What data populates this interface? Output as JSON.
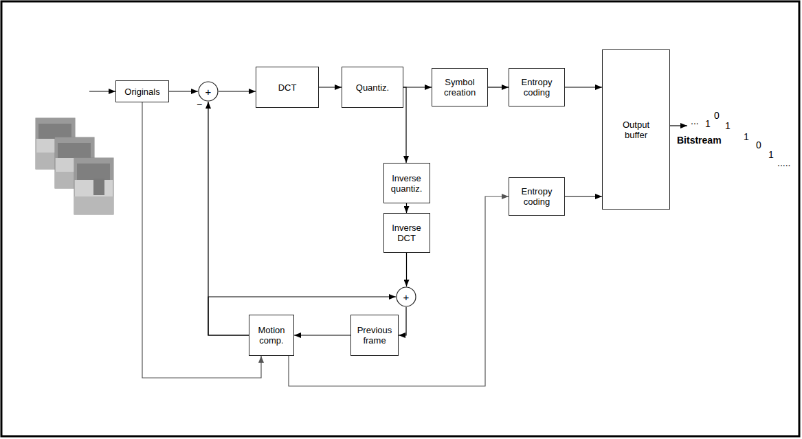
{
  "diagram": {
    "nodes": [
      {
        "text": [
          "Originals"
        ]
      },
      {
        "text": [
          "+"
        ]
      },
      {
        "text": [
          "DCT"
        ]
      },
      {
        "text": [
          "Quantiz."
        ]
      },
      {
        "text": [
          "Symbol creation"
        ]
      },
      {
        "text": [
          "Entropy coding"
        ]
      },
      {
        "text": [
          "Output buffer"
        ]
      },
      {
        "text": [
          "Inverse quantiz."
        ]
      },
      {
        "text": [
          "Inverse DCT"
        ]
      },
      {
        "text": [
          "+"
        ]
      },
      {
        "text": [
          "Previous frame"
        ]
      },
      {
        "text": [
          "Motion comp."
        ]
      },
      {
        "text": [
          "Entropy coding"
        ]
      }
    ],
    "edges": [
      {
        "from": 0,
        "to": 1,
        "arrow": "to"
      },
      {
        "from": 1,
        "to": 2,
        "arrow": "to"
      },
      {
        "from": 2,
        "to": 3,
        "arrow": "to"
      },
      {
        "from": 3,
        "to": 4,
        "arrow": "to"
      },
      {
        "from": 4,
        "to": 5,
        "arrow": "to"
      },
      {
        "from": 5,
        "to": 6,
        "arrow": "to"
      },
      {
        "from": 3,
        "to": 7,
        "arrow": "to"
      },
      {
        "from": 7,
        "to": 8,
        "arrow": "to"
      },
      {
        "from": 8,
        "to": 9,
        "arrow": "to"
      },
      {
        "from": 11,
        "to": 1,
        "arrow": "to"
      },
      {
        "from": 11,
        "to": 9,
        "arrow": "to"
      },
      {
        "from": 9,
        "to": 10,
        "arrow": "to"
      },
      {
        "from": 10,
        "to": 11,
        "arrow": "to"
      },
      {
        "from": 0,
        "to": 11,
        "arrow": "to"
      },
      {
        "from": 11,
        "to": 12,
        "arrow": "to"
      },
      {
        "from": 12,
        "to": 6,
        "arrow": "to"
      }
    ],
    "labels": [
      "−",
      "Bitstream",
      "...",
      "1",
      "0",
      "1",
      "1",
      "0",
      "1",
      "....."
    ]
  }
}
